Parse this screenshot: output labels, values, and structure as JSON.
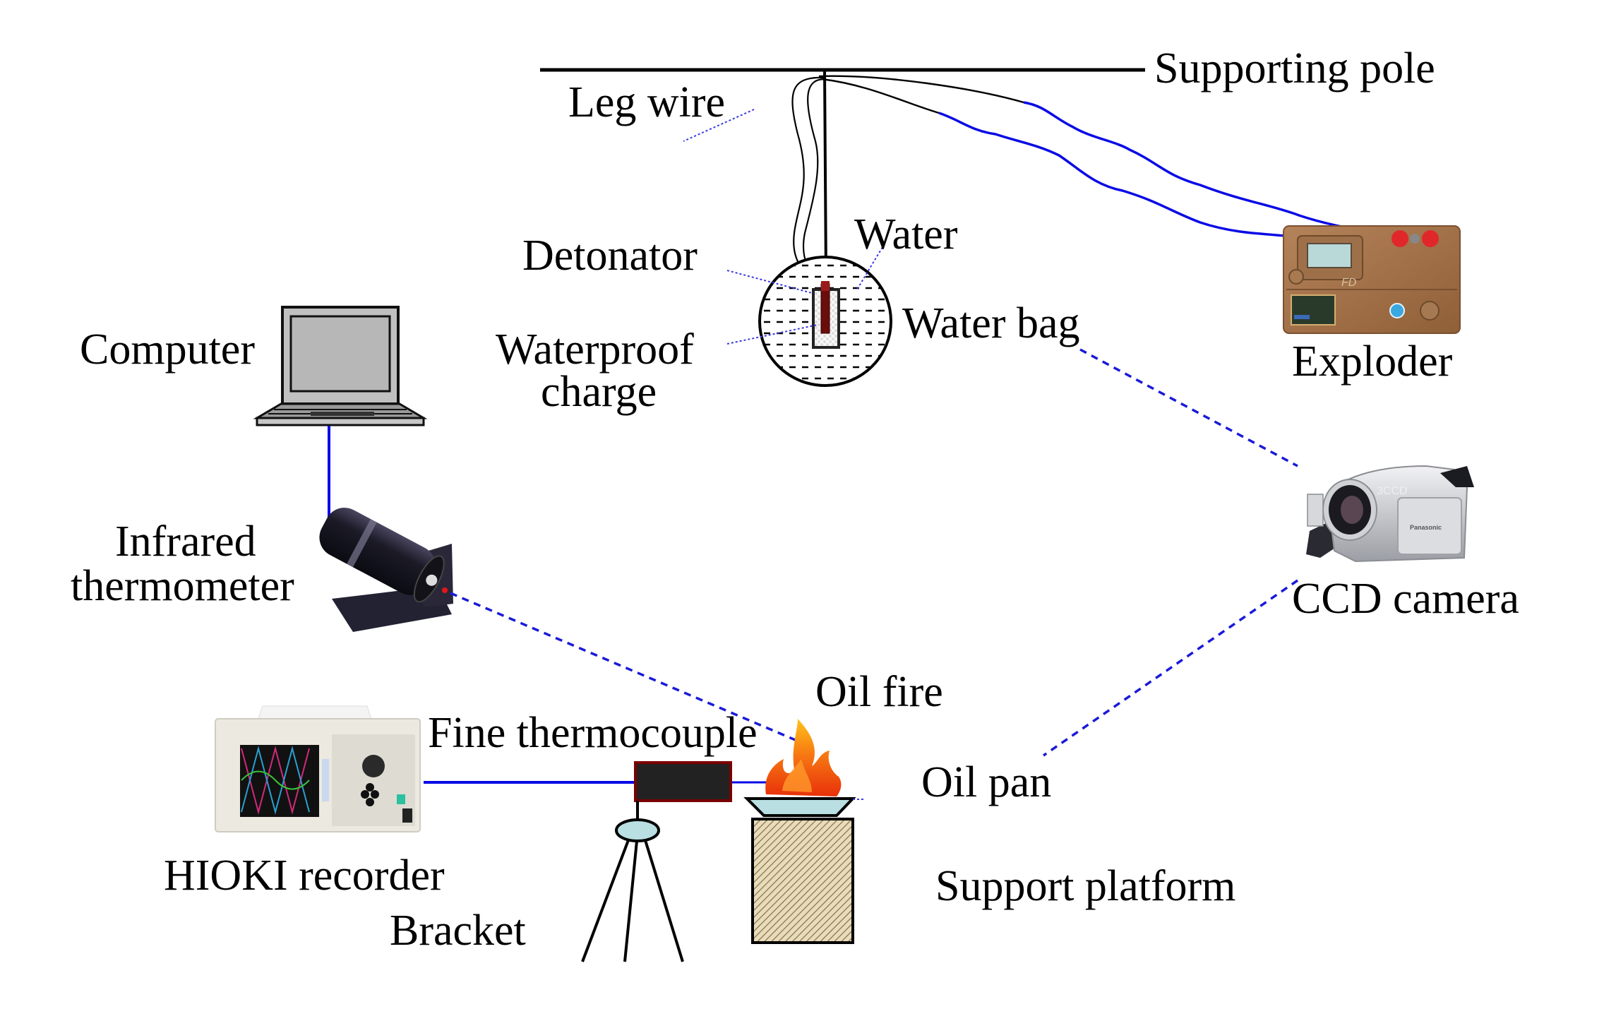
{
  "figure": {
    "type": "experimental setup schematic",
    "colors": {
      "connection_line": "#0a0ae6",
      "leader_line": "#3a3ae0",
      "background": "#ffffff"
    },
    "labels": {
      "supporting_pole": "Supporting pole",
      "leg_wire": "Leg wire",
      "water": "Water",
      "detonator": "Detonator",
      "water_bag": "Water bag",
      "waterproof_charge_line1": "Waterproof",
      "waterproof_charge_line2": "charge",
      "exploder": "Exploder",
      "computer": "Computer",
      "infrared_thermometer_line1": "Infrared",
      "infrared_thermometer_line2": "thermometer",
      "ccd_camera": "CCD camera",
      "oil_fire": "Oil fire",
      "fine_thermocouple": "Fine thermocouple",
      "oil_pan": "Oil pan",
      "hioki_recorder": "HIOKI recorder",
      "bracket": "Bracket",
      "support_platform": "Support platform"
    },
    "device_marks": {
      "exploder_prefix": "FD",
      "camera_badge": "3CCD",
      "camera_brand": "Panasonic"
    }
  }
}
